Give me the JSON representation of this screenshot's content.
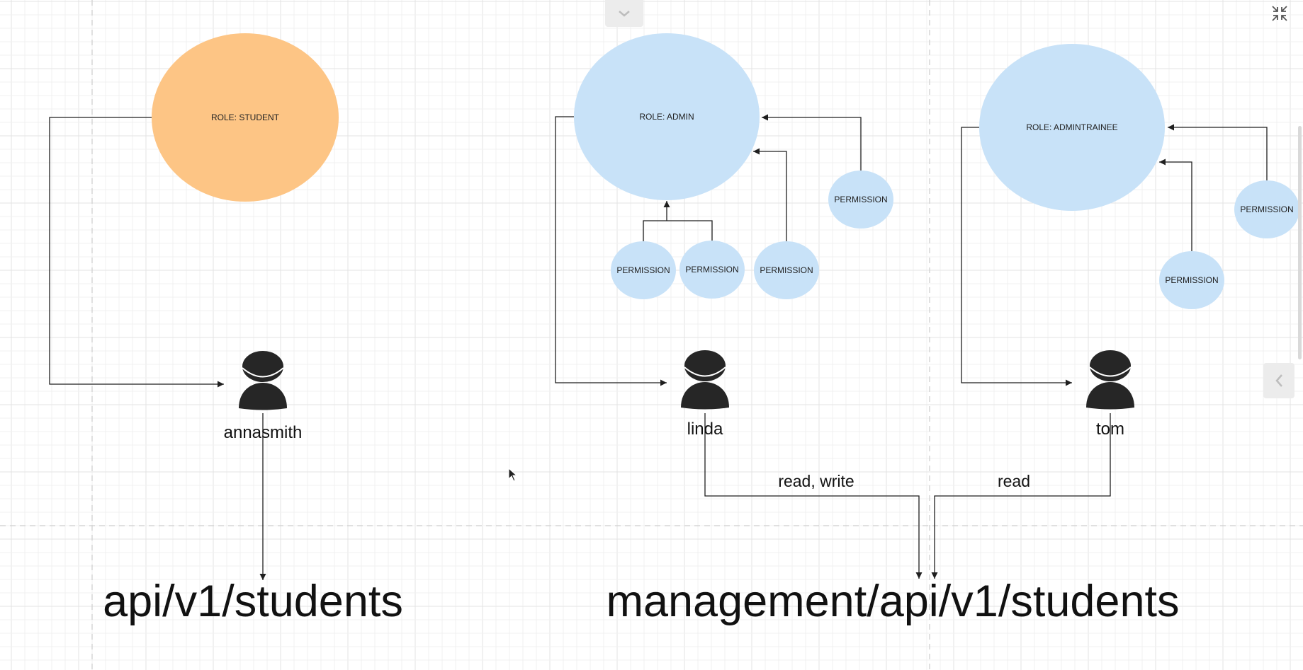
{
  "colors": {
    "student_role": "#fdc585",
    "admin_role": "#c8e2f8",
    "permission": "#c8e2f8",
    "person": "#262626",
    "line": "#1f1f1f"
  },
  "roles": {
    "student": "ROLE: STUDENT",
    "admin": "ROLE: ADMIN",
    "admintrainee": "ROLE: ADMINTRAINEE"
  },
  "permission_label": "PERMISSION",
  "users": {
    "annasmith": "annasmith",
    "linda": "linda",
    "tom": "tom"
  },
  "edge_labels": {
    "linda_access": "read, write",
    "tom_access": "read"
  },
  "endpoints": {
    "public": "api/v1/students",
    "management": "management/api/v1/students"
  },
  "icons": {
    "fullscreen_exit": "fullscreen-exit-icon",
    "collapse_top": "chevron-down-icon",
    "collapse_side": "chevron-left-icon",
    "cursor": "mouse-pointer-icon"
  }
}
